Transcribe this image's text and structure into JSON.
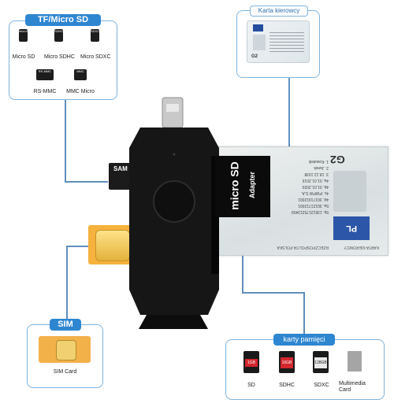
{
  "tf_panel": {
    "title": "TF/Micro SD /MMC",
    "cards": [
      {
        "label": "Micro SD",
        "chip": "microSD"
      },
      {
        "label": "Micro SDHC",
        "chip": "SDHC"
      },
      {
        "label": "Micro SDXC",
        "chip": "SDXC"
      },
      {
        "label": "RS-MMC",
        "chip": "RS-MMC"
      },
      {
        "label": "MMC Micro",
        "chip": "MMC"
      }
    ]
  },
  "driver_panel": {
    "title": "Karta kierowcy",
    "card_code": "G2"
  },
  "sim_panel": {
    "title": "SIM",
    "label": "SIM Card"
  },
  "memory_panel": {
    "title": "karty pamięci",
    "cards": [
      {
        "label": "SD",
        "chip": "1GB"
      },
      {
        "label": "SDHC",
        "chip": "16GB"
      },
      {
        "label": "SDXC",
        "chip": "128GB"
      },
      {
        "label": "Multimedia Card",
        "chip": ""
      }
    ]
  },
  "device": {
    "slot_text": "micro SD",
    "slot_subtext": "Adapter",
    "inserted_card_text": "SAM"
  },
  "big_card": {
    "code": "G2",
    "lines": [
      "1. Kowalski",
      "2. Janek",
      "3. 18.12.1938",
      "4a. 01.01.2015",
      "4b. 01.01.2020",
      "4c. PWPW S.A.",
      "4d. 30171912001",
      "5a. 30121712001",
      "5b. 13612175213450"
    ],
    "footer_left": "KARTA KIEROWCY",
    "footer_right": "RZECZPOSPOLITA POLSKA",
    "badge": "PL"
  }
}
